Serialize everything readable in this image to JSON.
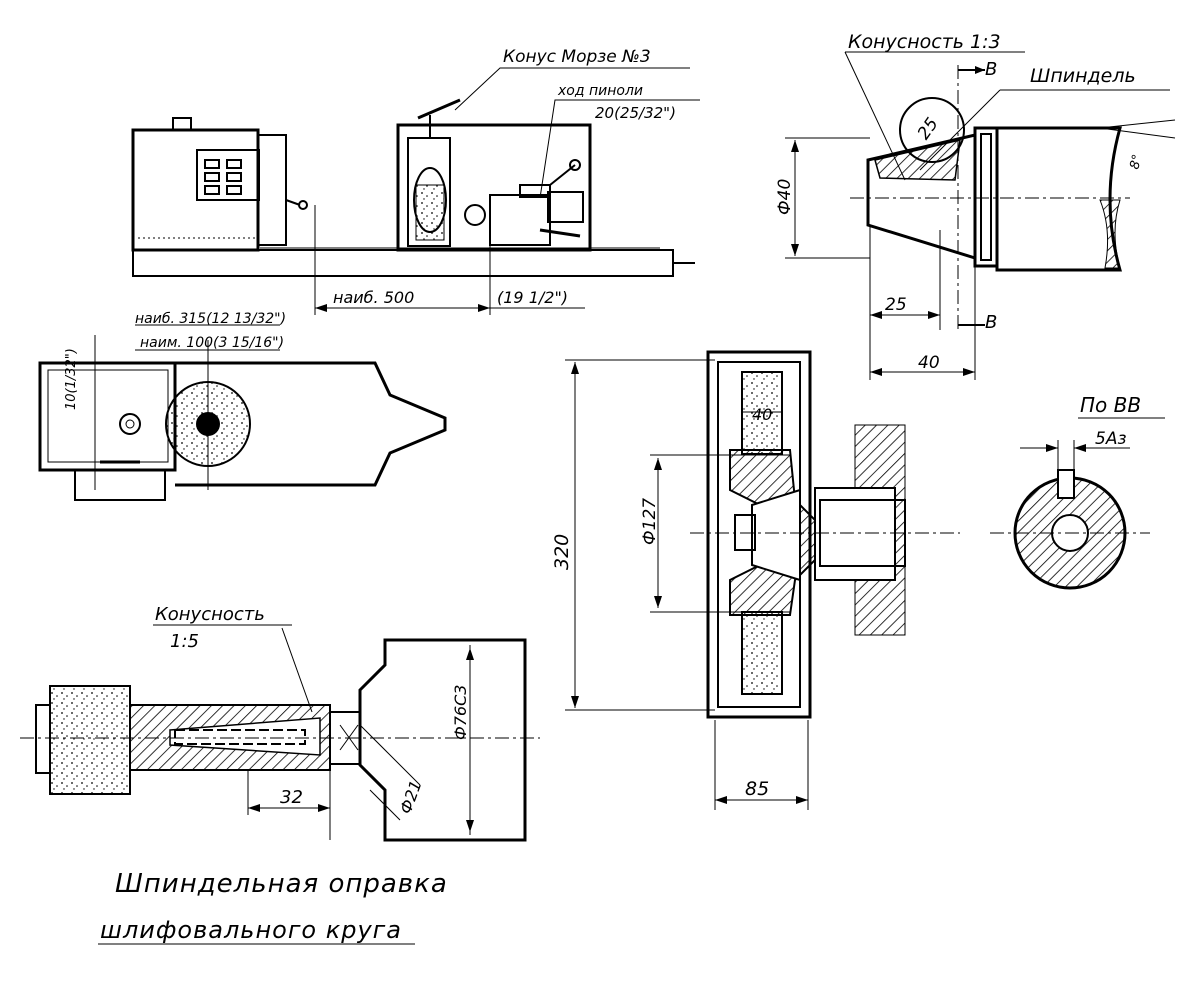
{
  "sections": {
    "machine": {
      "morse_label": "Конус Морзе №3",
      "quill_label": "ход пиноли",
      "quill_value": "20(25/32\")",
      "max_label": "наиб. 500",
      "inch_value": "(19 1/2\")",
      "side_value": "10(1/32\")",
      "max_dim": "наиб. 315(12 13/32\")",
      "min_dim": "наим. 100(3 15/16\")"
    },
    "spindle_nose": {
      "taper_label": "Конусность 1:3",
      "spindle_label": "Шпиндель",
      "section_mark": "В",
      "d40": "Ф40",
      "d25": "25",
      "dim25": "25",
      "dim40": "40",
      "angle": "8°"
    },
    "wheel_assembly": {
      "dim40": "40",
      "d127": "Ф127",
      "d320": "320",
      "dim85": "85"
    },
    "section_bb": {
      "title": "По ВВ",
      "key": "5Аз"
    },
    "arbor": {
      "taper_label": "Конусность",
      "taper_ratio": "1:5",
      "d76": "Ф76С3",
      "d21": "Ф21",
      "dim32": "32"
    }
  },
  "caption": {
    "line1": "Шпиндельная оправка",
    "line2": "шлифовального круга"
  }
}
